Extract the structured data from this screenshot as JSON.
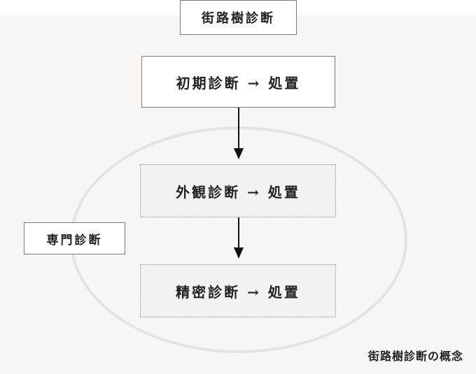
{
  "diagram": {
    "title": "街路樹診断",
    "initial_step": "初期診断 → 処置",
    "visual_step": "外観診断 → 処置",
    "detailed_step": "精密診断 → 処置",
    "expert_group_label": "専門診断",
    "caption": "街路樹診断の概念"
  },
  "colors": {
    "panel_background": "#f7f6f4",
    "ellipse_stroke": "#e4e3e0",
    "arrow": "#111111",
    "box_border": "#7a7a7a"
  }
}
